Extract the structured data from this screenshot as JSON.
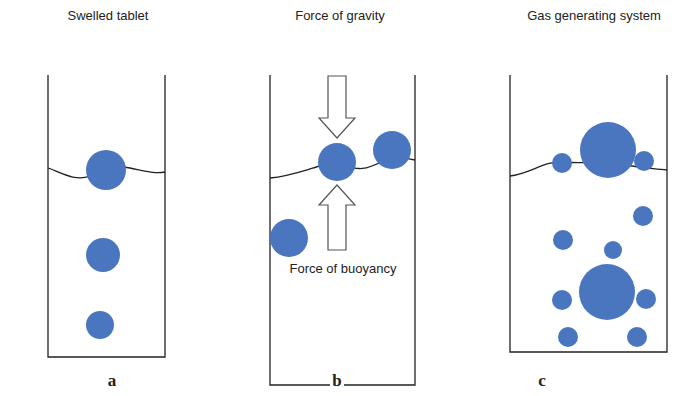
{
  "diagram": {
    "labels": [
      "Swelled tablet",
      "Force of gravity",
      "Gas generating system",
      "Force of buoyancy",
      "a",
      "b",
      "c"
    ]
  }
}
